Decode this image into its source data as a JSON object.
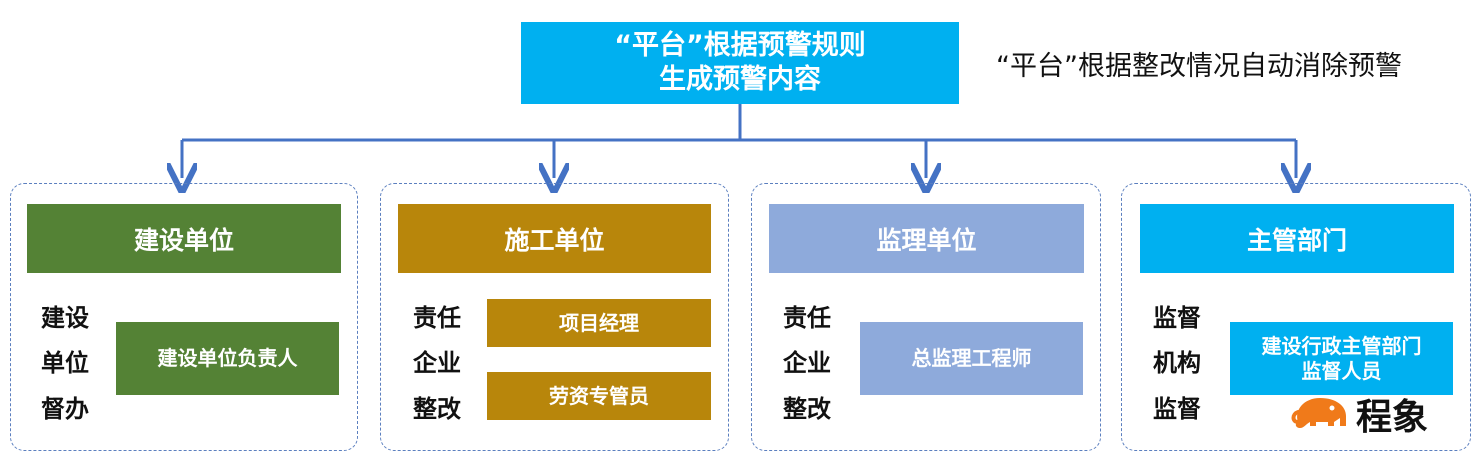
{
  "top_box": {
    "line1": "“平台”根据预警规则",
    "line2": "生成预警内容"
  },
  "side_note": "“平台”根据整改情况自动消除预警",
  "groups": [
    {
      "header": "建设单位",
      "labels": [
        "建设",
        "单位",
        "督办"
      ],
      "roles": [
        "建设单位负责人"
      ]
    },
    {
      "header": "施工单位",
      "labels": [
        "责任",
        "企业",
        "整改"
      ],
      "roles": [
        "项目经理",
        "劳资专管员"
      ]
    },
    {
      "header": "监理单位",
      "labels": [
        "责任",
        "企业",
        "整改"
      ],
      "roles": [
        "总监理工程师"
      ]
    },
    {
      "header": "主管部门",
      "labels": [
        "监督",
        "机构",
        "监督"
      ],
      "roles": [
        "建设行政主管部门",
        "监督人员"
      ]
    }
  ],
  "logo": {
    "text": "程象",
    "icon": "elephant-icon"
  },
  "colors": {
    "top": "#00b0f0",
    "connector": "#4472c4",
    "group1": "#548235",
    "group2": "#b8860b",
    "group3": "#8eaadb",
    "group4": "#00b0f0"
  }
}
